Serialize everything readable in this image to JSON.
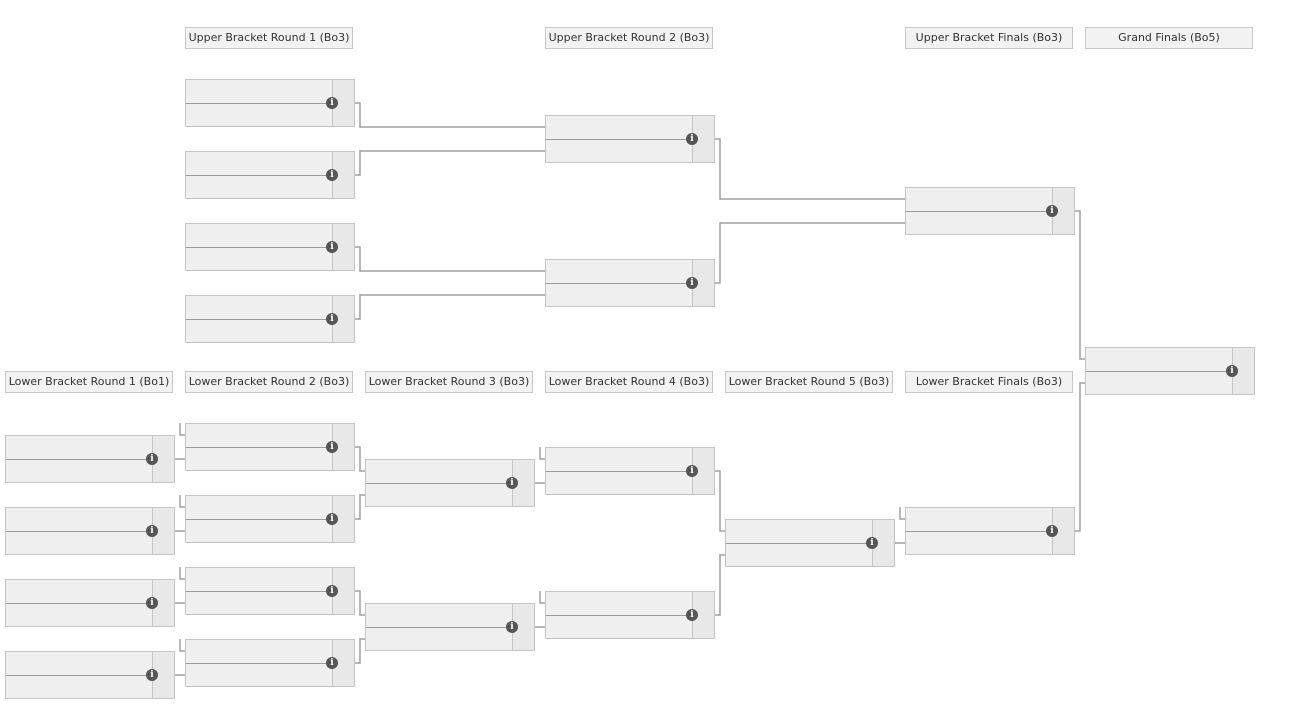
{
  "headers": {
    "ub_r1": "Upper Bracket Round 1 (Bo3)",
    "ub_r2": "Upper Bracket Round 2 (Bo3)",
    "ub_finals": "Upper Bracket Finals (Bo3)",
    "grand_finals": "Grand Finals (Bo5)",
    "lb_r1": "Lower Bracket Round 1 (Bo1)",
    "lb_r2": "Lower Bracket Round 2 (Bo3)",
    "lb_r3": "Lower Bracket Round 3 (Bo3)",
    "lb_r4": "Lower Bracket Round 4 (Bo3)",
    "lb_r5": "Lower Bracket Round 5 (Bo3)",
    "lb_finals": "Lower Bracket Finals (Bo3)"
  },
  "info_icon": "info-icon",
  "colors": {
    "line": "#9a9a9a",
    "match_bg": "#efefef",
    "icon": "#555555"
  }
}
